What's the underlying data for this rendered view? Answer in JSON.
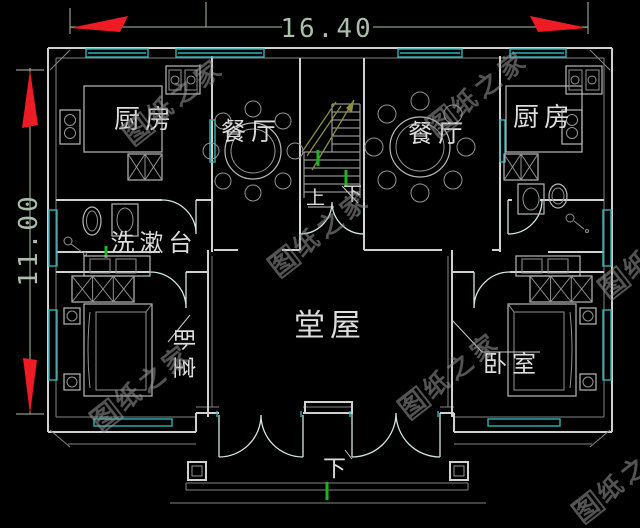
{
  "drawing": {
    "type": "residential floor plan (CAD)",
    "floor_hint": "ground floor with central hall, twin dining/kitchen wings, two bedrooms, stair, front porch"
  },
  "dimensions": {
    "width": "16.40",
    "height": "11.00"
  },
  "labels": {
    "kitchen_left": "厨房",
    "kitchen_right": "厨房",
    "dining_left": "餐厅",
    "dining_right": "餐厅",
    "washstand": "洗漱台",
    "hall": "堂屋",
    "bedroom_left": "卧室",
    "bedroom_right": "卧室",
    "stair_up": "上",
    "stair_down": "下",
    "porch_step_down": "下"
  },
  "watermark": {
    "full_text": "图纸之家",
    "seal_char": "图",
    "tail": "纸之家"
  },
  "colors": {
    "background": "#000000",
    "wall": "#d0d0d0",
    "window": "#2fb3b3",
    "dimension": "#a9bfa9",
    "arrow_red": "#ed1c24",
    "tick_green": "#1db31d",
    "stair_olive": "#8f8f3f",
    "label": "#dcdcdc",
    "watermark": "#9a9a9a"
  }
}
